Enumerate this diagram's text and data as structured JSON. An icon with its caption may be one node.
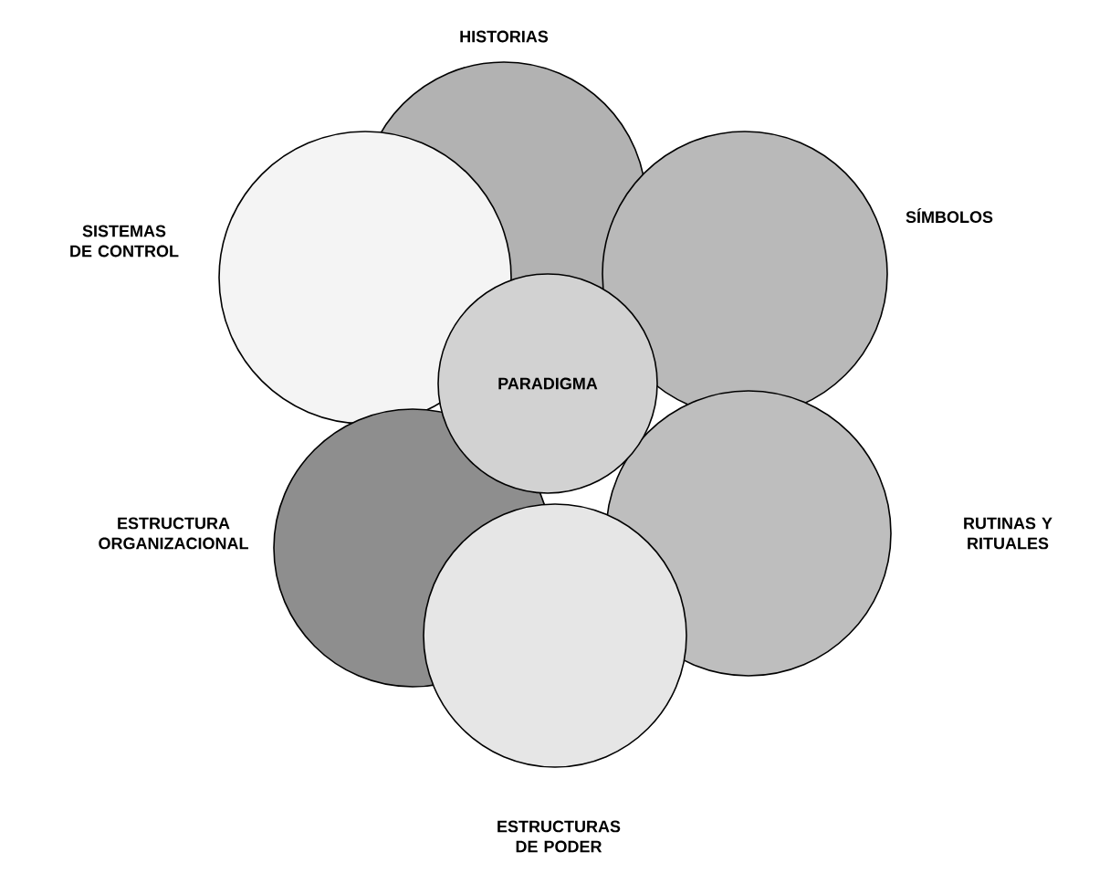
{
  "diagram": {
    "nodes": [
      {
        "text": [
          "HISTORIAS"
        ]
      },
      {
        "text": [
          "SISTEMAS DE CONTROL"
        ]
      },
      {
        "text": [
          "SÍMBOLOS"
        ]
      },
      {
        "text": [
          "PARADIGMA"
        ]
      },
      {
        "text": [
          "ESTRUCTURA ORGANIZACIONAL"
        ]
      },
      {
        "text": [
          "RUTINAS Y RITUALES"
        ]
      },
      {
        "text": [
          "ESTRUCTURAS DE PODER"
        ]
      }
    ]
  }
}
